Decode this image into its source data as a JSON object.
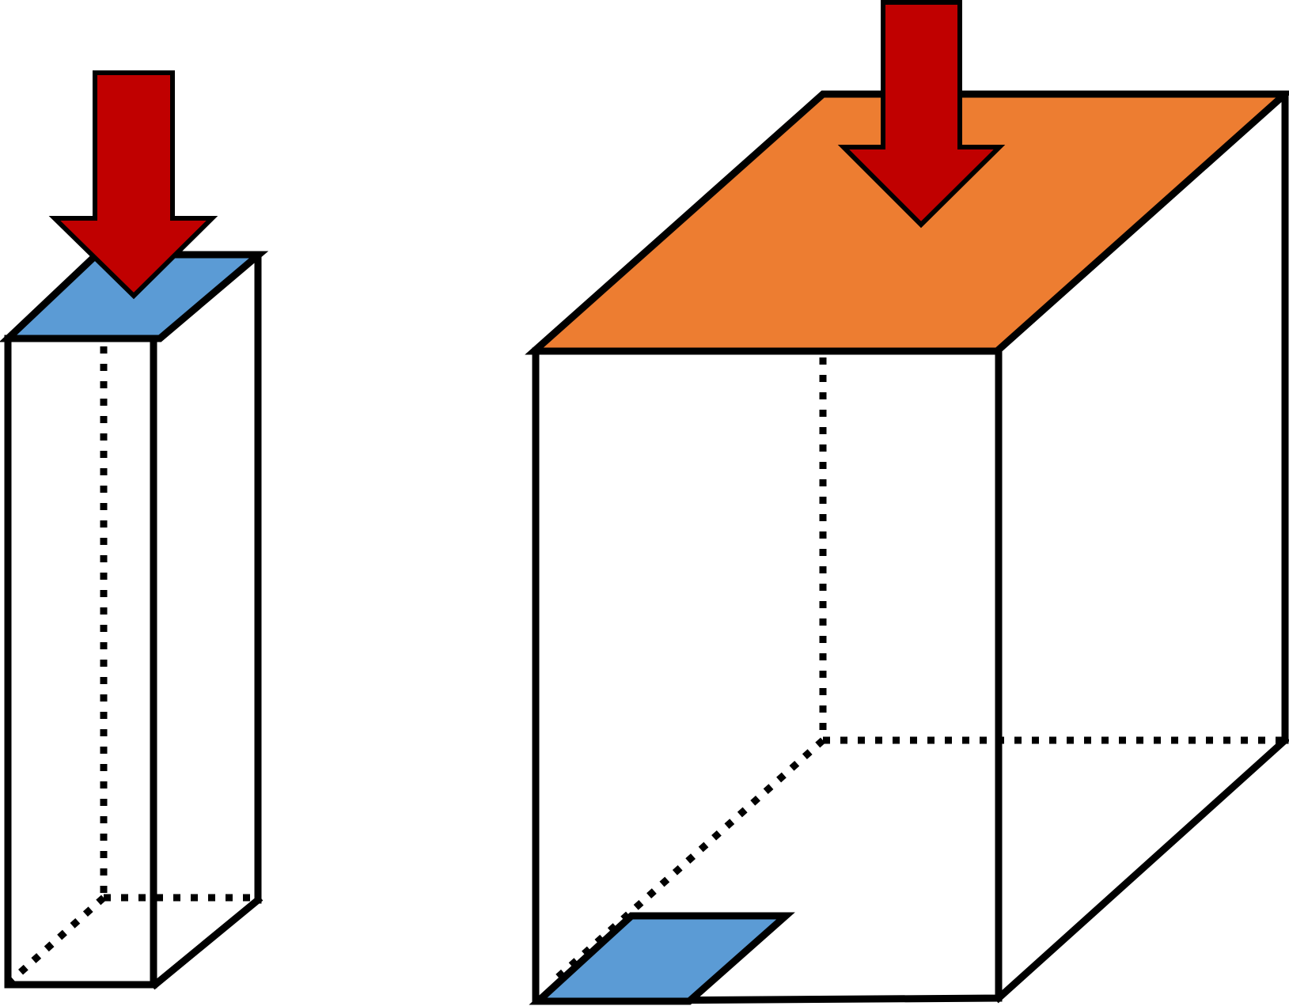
{
  "diagram": {
    "description_items": [],
    "colors": {
      "background": "#ffffff",
      "edge": "#000000",
      "arrow_fill": "#c00000",
      "small_face": "#5b9bd5",
      "large_face": "#ed7d31"
    },
    "objects": [
      {
        "name": "narrow-prism",
        "top_face_color": "small_face",
        "has_arrow": true
      },
      {
        "name": "wide-prism",
        "top_face_color": "large_face",
        "has_arrow": true,
        "bottom_patch_color": "small_face"
      }
    ]
  }
}
